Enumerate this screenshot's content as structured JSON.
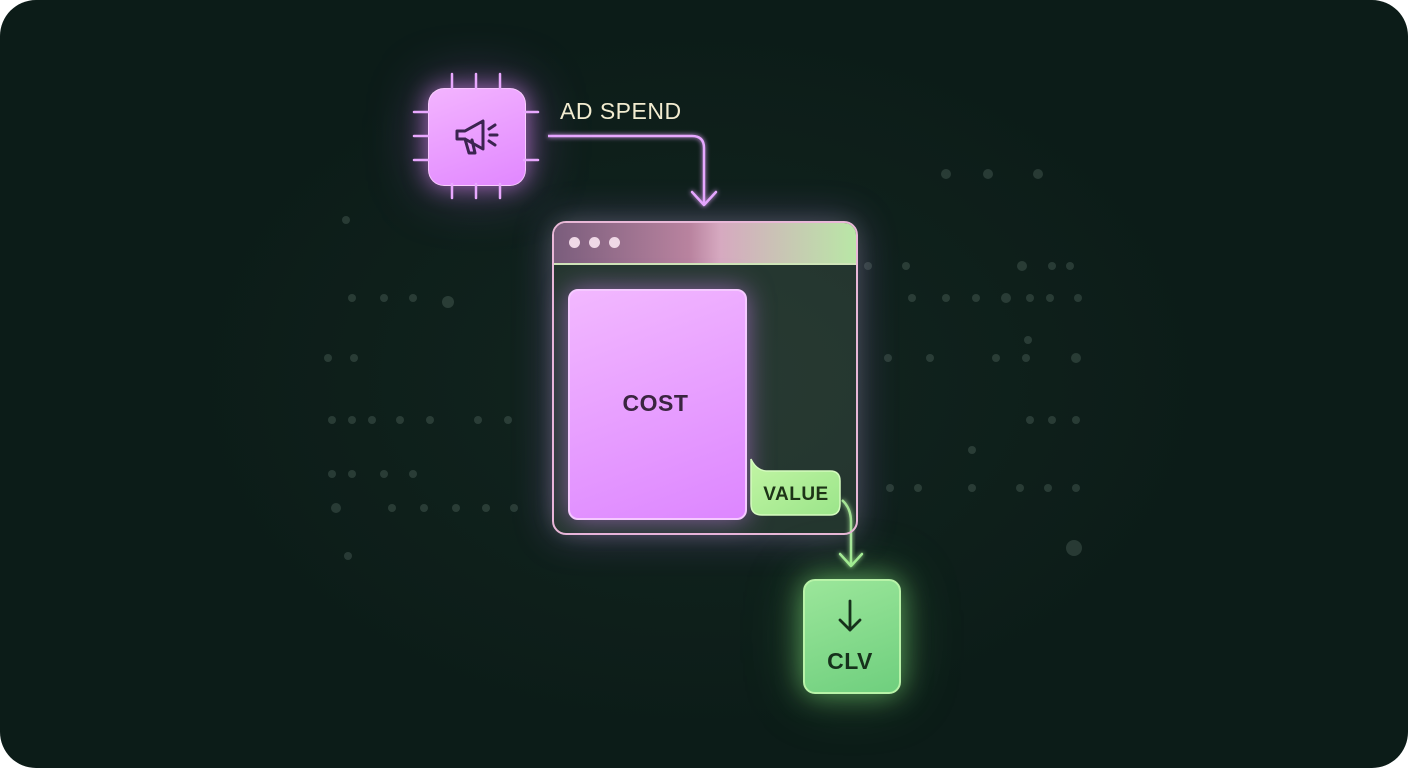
{
  "diagram": {
    "nodes": {
      "ad_spend": {
        "label": "AD SPEND",
        "icon": "megaphone-icon"
      },
      "cost": {
        "label": "COST"
      },
      "value": {
        "label": "VALUE"
      },
      "clv": {
        "label": "CLV",
        "icon": "arrow-down-icon"
      }
    },
    "edges": [
      {
        "from": "ad_spend",
        "to": "cost"
      },
      {
        "from": "value",
        "to": "clv"
      }
    ]
  },
  "colors": {
    "background": "#0c1c18",
    "purple_accent": "#e187ff",
    "green_accent": "#8fe08a",
    "ad_label_text": "#f2ecd0"
  }
}
